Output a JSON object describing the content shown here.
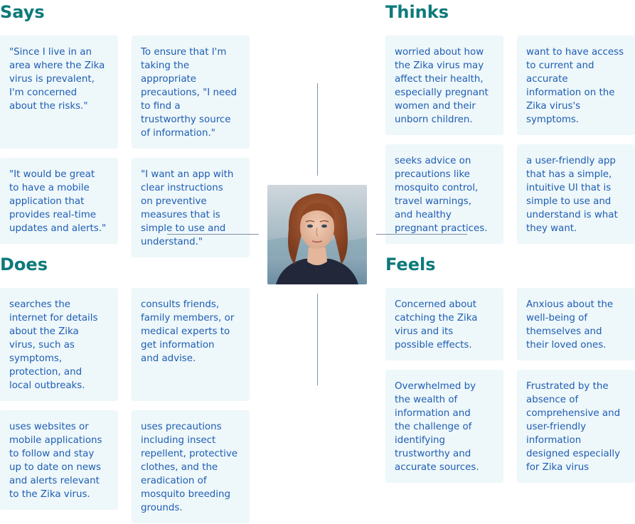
{
  "quadrants": {
    "says": {
      "title": "Says",
      "cards": [
        "\"Since I live in an\narea where the Zika\nvirus is prevalent,\nI'm concerned\nabout the risks.\"",
        "To ensure that I'm\ntaking the\nappropriate\nprecautions, \"I need\nto find a\ntrustworthy source\nof information.\"",
        "\"It would be great\nto have a mobile\napplication that\nprovides real-time\nupdates and alerts.\"",
        "\"I want an app with\nclear instructions\non preventive\nmeasures that is\nsimple to use and\nunderstand.\""
      ]
    },
    "thinks": {
      "title": "Thinks",
      "cards": [
        "worried about how\nthe Zika virus may\naffect their health,\nespecially pregnant\nwomen and their\nunborn children.",
        "want to have access\nto current and\naccurate\ninformation on the\nZika virus's\nsymptoms.",
        "seeks advice on\nprecautions like\nmosquito control,\ntravel warnings,\nand healthy\npregnant practices.",
        "a user-friendly app\nthat has a simple,\nintuitive UI that is\nsimple to use and\nunderstand is what\nthey want."
      ]
    },
    "does": {
      "title": "Does",
      "cards": [
        "searches the\ninternet for details\nabout the Zika\nvirus, such as\nsymptoms,\nprotection, and\nlocal outbreaks.",
        "consults friends,\nfamily members, or\nmedical experts to\nget information\nand advise.",
        "uses websites or\nmobile applications\nto follow and stay\nup to date on news\nand alerts relevant\nto the Zika virus.",
        "uses precautions\nincluding insect\nrepellent, protective\nclothes, and the\neradication of\nmosquito breeding\ngrounds."
      ]
    },
    "feels": {
      "title": "Feels",
      "cards": [
        "Concerned about\ncatching the Zika\nvirus and its\npossible effects.",
        "Anxious about the\nwell-being of\nthemselves and\ntheir loved ones.",
        "Overwhelmed by\nthe wealth of\ninformation and\nthe challenge of\nidentifying\ntrustworthy and\naccurate sources.",
        "Frustrated by the\nabsence of\ncomprehensive and\nuser-friendly\ninformation\ndesigned especially\nfor Zika virus"
      ]
    }
  },
  "colors": {
    "heading": "#0e7a7a",
    "card_text": "#1d5db5",
    "card_bg": "#eef7f9",
    "divider": "#7f8fa6"
  },
  "avatar": {
    "icon": "persona-photo"
  }
}
